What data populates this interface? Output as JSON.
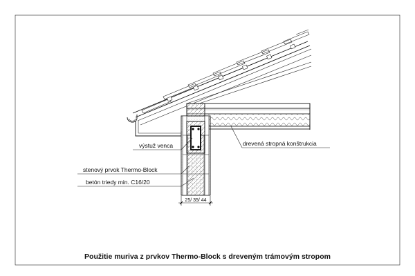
{
  "labels": {
    "ring_beam_reinforcement": "výstuž venca",
    "wooden_ceiling": "drevená stropná konštrukcia",
    "wall_element": "stenový prvok Thermo-Block",
    "concrete_class": "betón triedy min. C16/20"
  },
  "dimension": {
    "wall_thickness": "25/ 35/ 44"
  },
  "caption": "Použitie muriva z prvkov Thermo-Block s dreveným trámovým stropom"
}
